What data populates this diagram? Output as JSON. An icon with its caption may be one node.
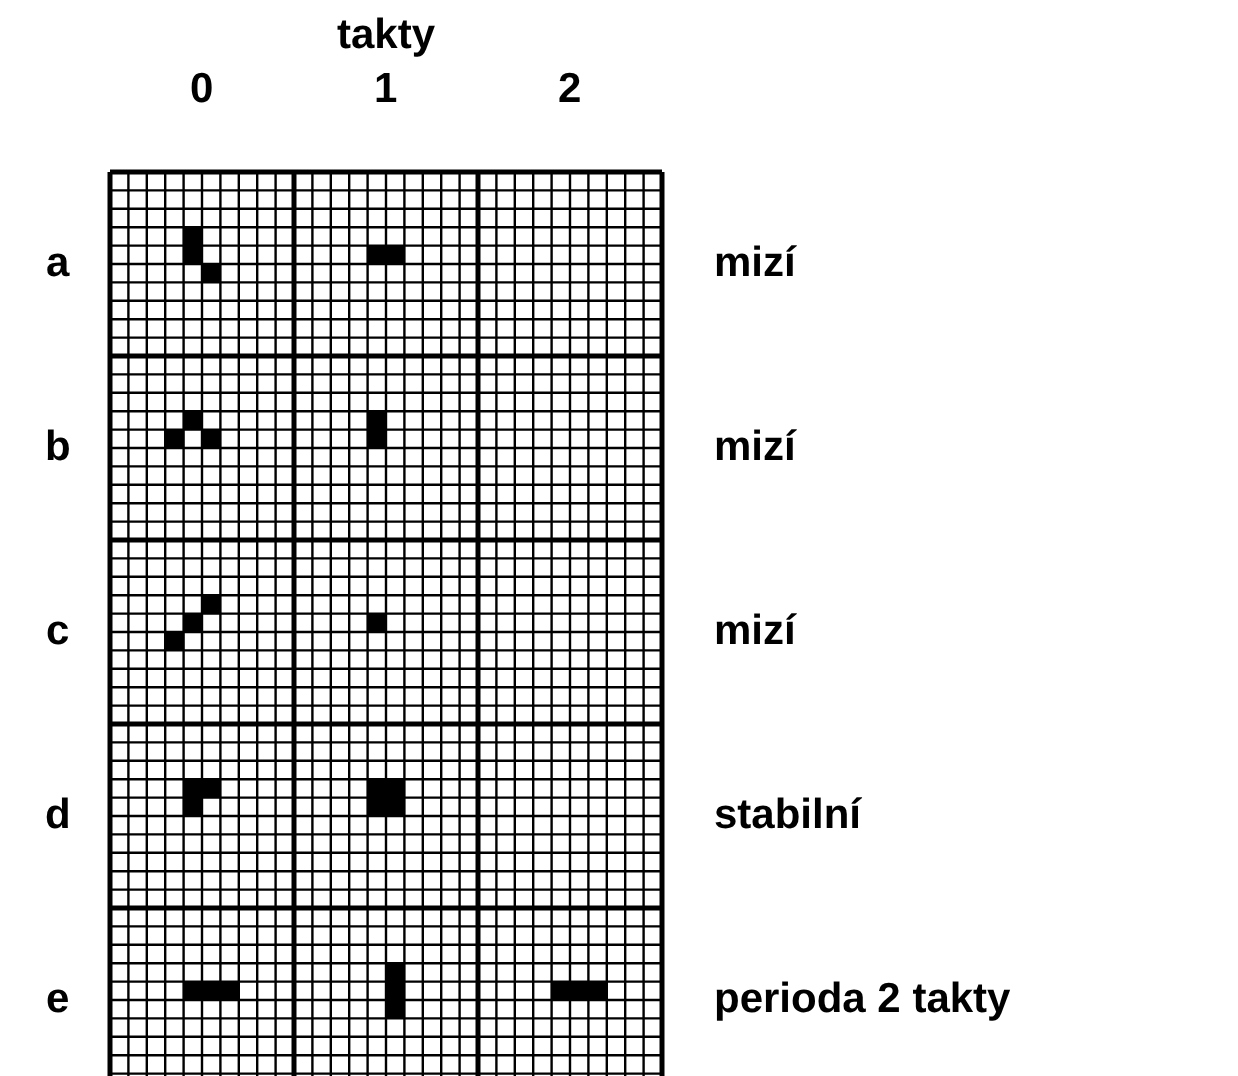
{
  "diagram": {
    "labels": [
      "takty",
      "0",
      "1",
      "2",
      "a",
      "mizí",
      "b",
      "mizí",
      "c",
      "mizí",
      "d",
      "stabilní",
      "e",
      "perioda 2 takty"
    ]
  }
}
